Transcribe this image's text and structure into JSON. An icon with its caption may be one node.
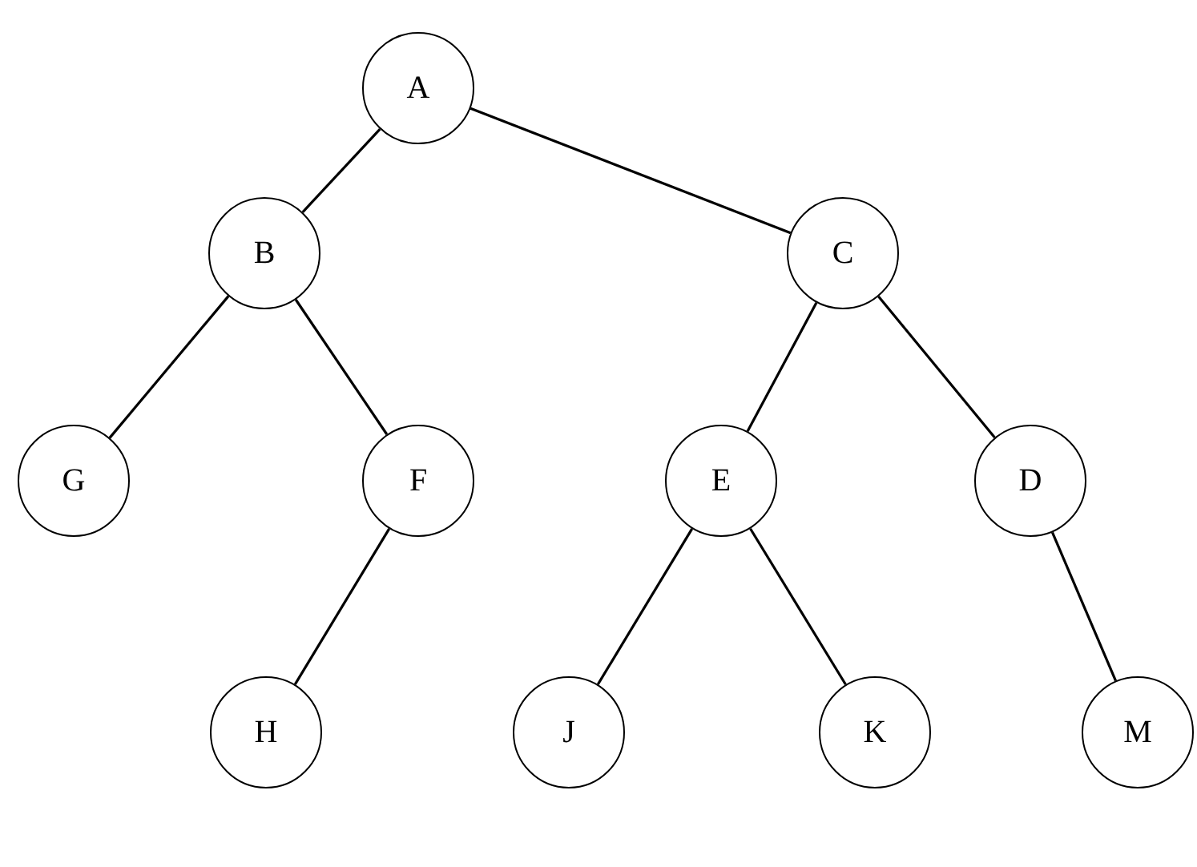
{
  "diagram": {
    "nodes": [
      {
        "text": [
          "A"
        ]
      },
      {
        "text": [
          "B"
        ]
      },
      {
        "text": [
          "C"
        ]
      },
      {
        "text": [
          "G"
        ]
      },
      {
        "text": [
          "F"
        ]
      },
      {
        "text": [
          "E"
        ]
      },
      {
        "text": [
          "D"
        ]
      },
      {
        "text": [
          "H"
        ]
      },
      {
        "text": [
          "J"
        ]
      },
      {
        "text": [
          "K"
        ]
      },
      {
        "text": [
          "M"
        ]
      }
    ],
    "edges": [
      {
        "from": 0,
        "to": 1,
        "arrow": "none"
      },
      {
        "from": 0,
        "to": 2,
        "arrow": "none"
      },
      {
        "from": 1,
        "to": 3,
        "arrow": "none"
      },
      {
        "from": 1,
        "to": 4,
        "arrow": "none"
      },
      {
        "from": 2,
        "to": 5,
        "arrow": "none"
      },
      {
        "from": 2,
        "to": 6,
        "arrow": "none"
      },
      {
        "from": 4,
        "to": 7,
        "arrow": "none"
      },
      {
        "from": 5,
        "to": 8,
        "arrow": "none"
      },
      {
        "from": 5,
        "to": 9,
        "arrow": "none"
      },
      {
        "from": 6,
        "to": 10,
        "arrow": "none"
      }
    ]
  }
}
